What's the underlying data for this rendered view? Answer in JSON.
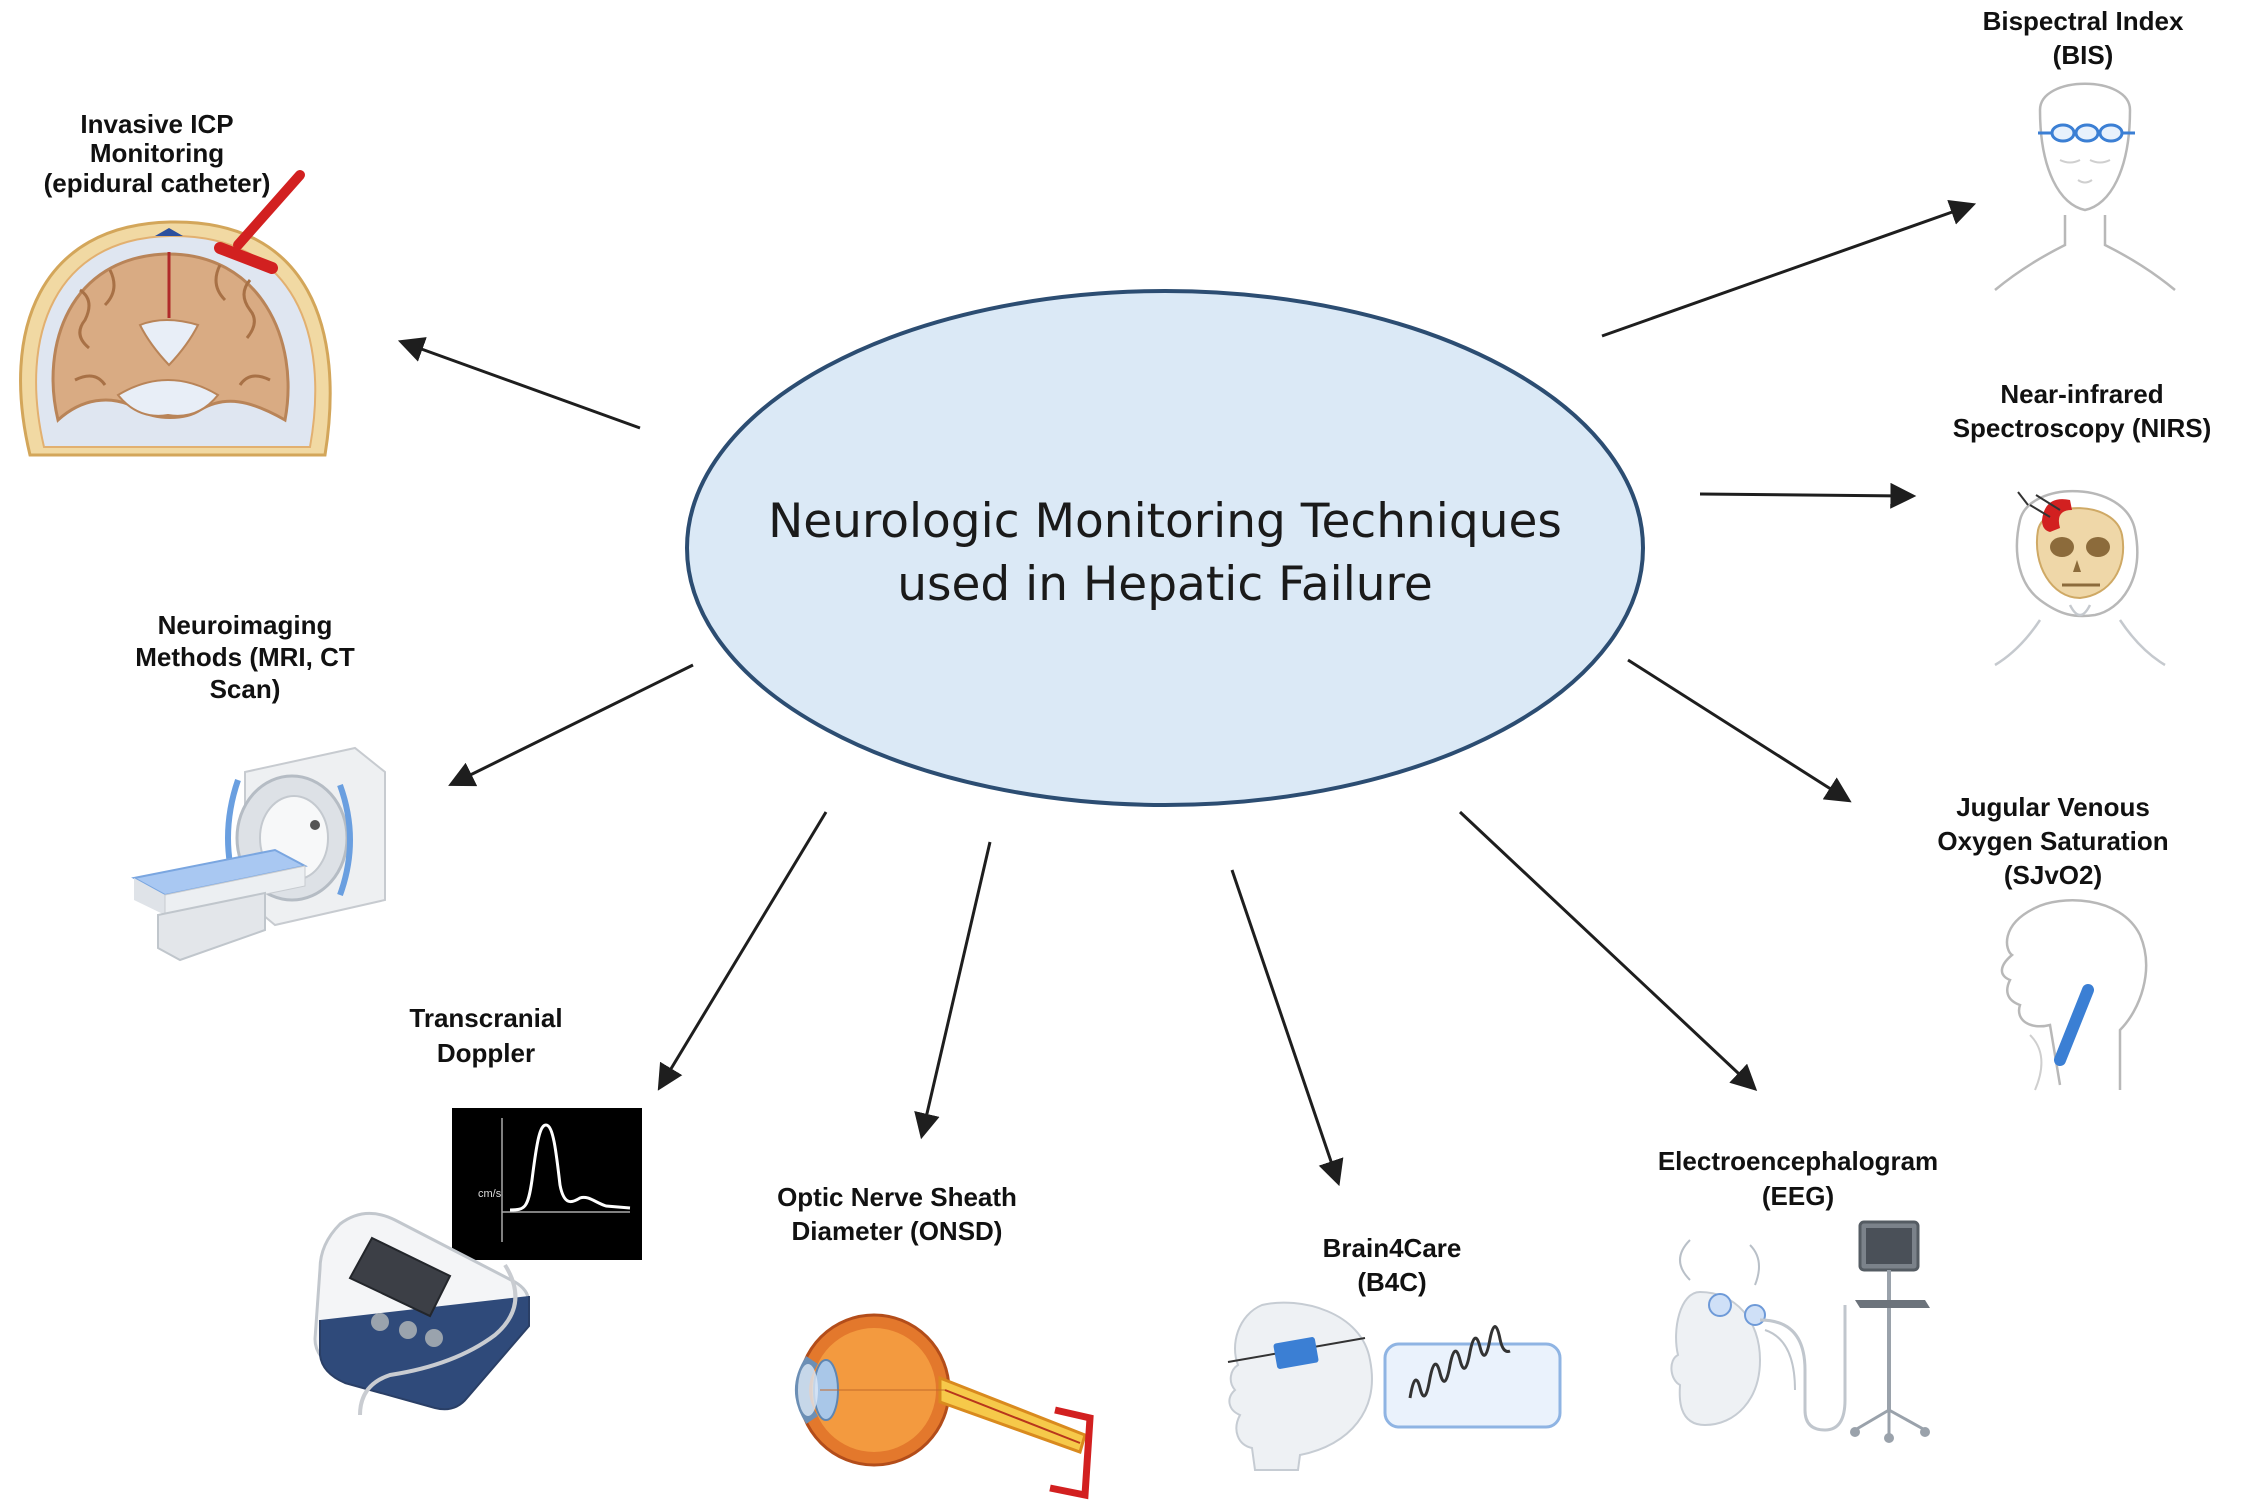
{
  "center": {
    "line1": "Neurologic Monitoring Techniques",
    "line2": "used in Hepatic Failure"
  },
  "techniques": [
    {
      "id": "icp",
      "lines": [
        "Invasive ICP",
        "Monitoring",
        "(epidural catheter)"
      ],
      "icon": "brain-coronal-section-icon"
    },
    {
      "id": "neuroimaging",
      "lines": [
        "Neuroimaging",
        "Methods (MRI, CT",
        "Scan)"
      ],
      "icon": "mri-scanner-icon"
    },
    {
      "id": "tcd",
      "lines": [
        "Transcranial",
        "Doppler"
      ],
      "icon": "doppler-device-icon",
      "waveform_unit": "cm/s"
    },
    {
      "id": "onsd",
      "lines": [
        "Optic Nerve Sheath",
        "Diameter (ONSD)"
      ],
      "icon": "eye-cross-section-icon"
    },
    {
      "id": "b4c",
      "lines": [
        "Brain4Care",
        "(B4C)"
      ],
      "icon": "infant-head-sensor-icon"
    },
    {
      "id": "eeg",
      "lines": [
        "Electroencephalogram",
        "(EEG)"
      ],
      "icon": "eeg-monitor-icon"
    },
    {
      "id": "sjvo2",
      "lines": [
        "Jugular Venous",
        "Oxygen Saturation",
        "(SJvO2)"
      ],
      "icon": "neck-catheter-icon"
    },
    {
      "id": "nirs",
      "lines": [
        "Near-infrared",
        "Spectroscopy (NIRS)"
      ],
      "icon": "skull-sensor-icon"
    },
    {
      "id": "bis",
      "lines": [
        "Bispectral Index",
        "(BIS)"
      ],
      "icon": "forehead-sensor-icon"
    }
  ],
  "colors": {
    "ellipse_fill": "#dbe9f6",
    "ellipse_stroke": "#2c4d72",
    "brain": "#d9ab83",
    "accent_red": "#d22020",
    "sensor_blue": "#3b7fd4"
  }
}
